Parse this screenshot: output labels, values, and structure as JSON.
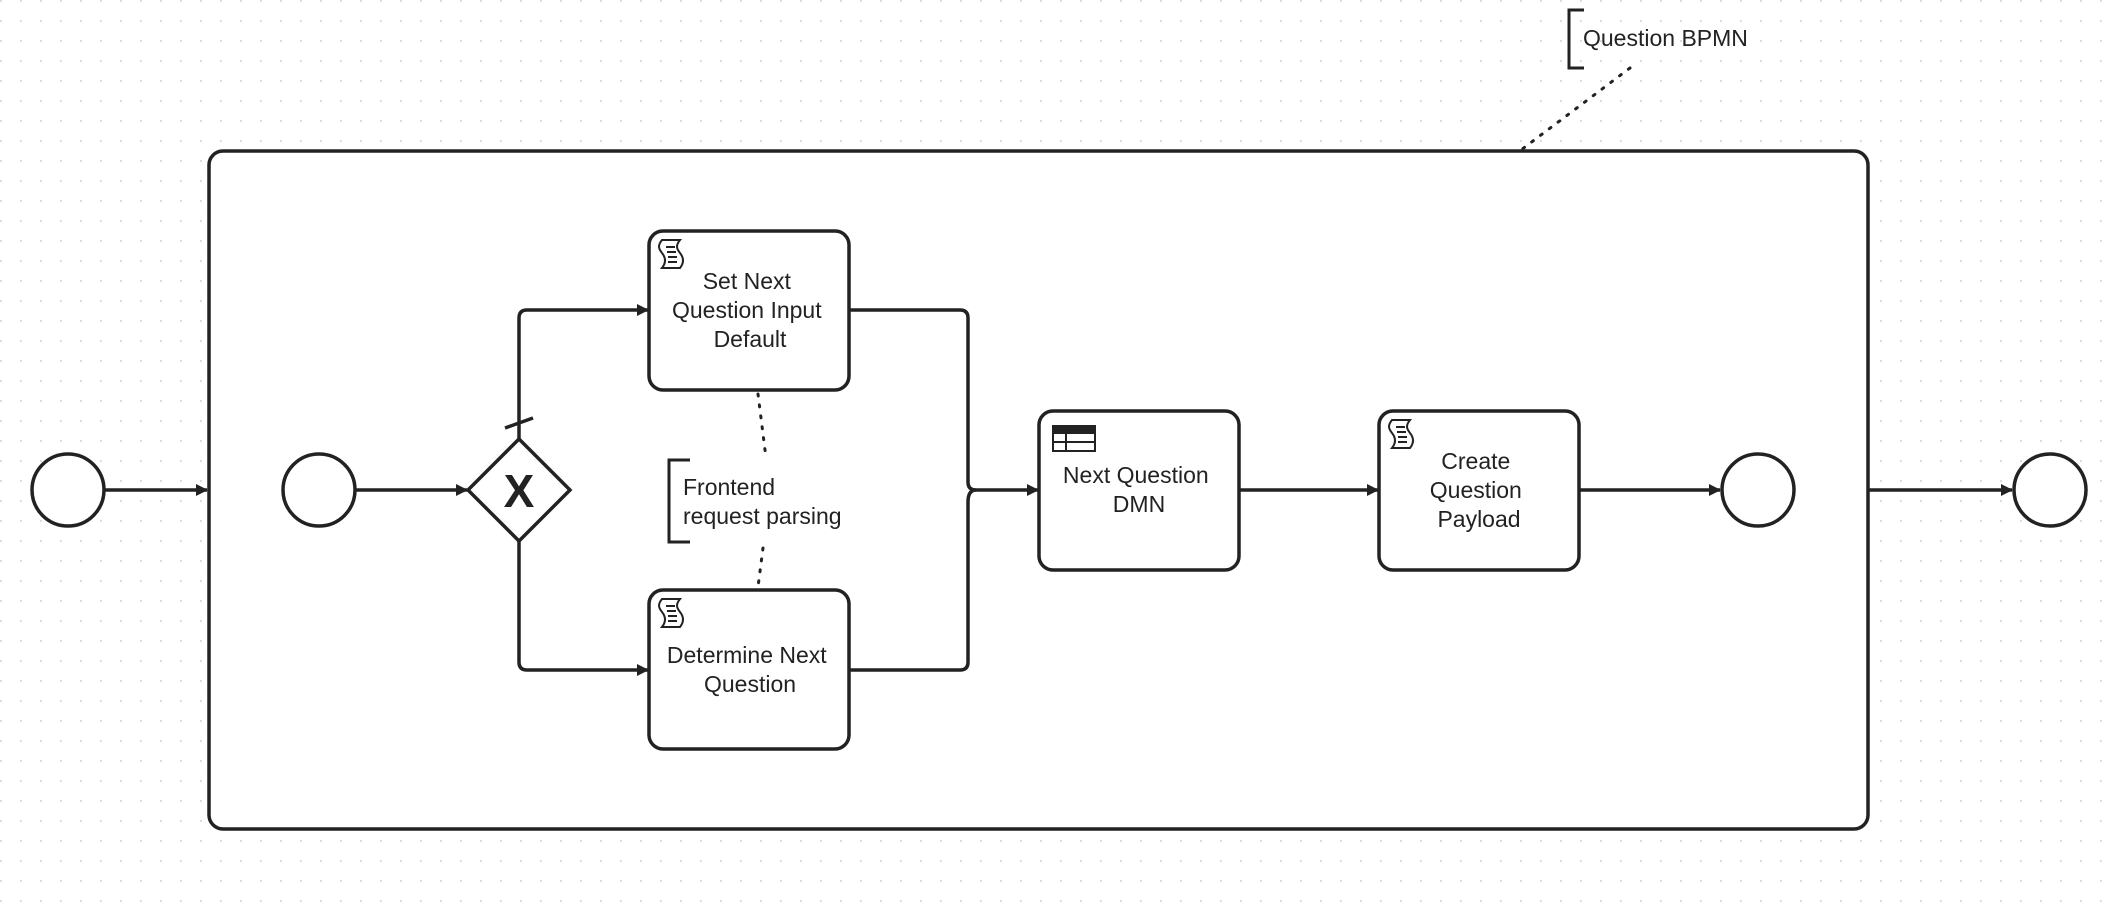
{
  "diagram": {
    "colors": {
      "stroke": "#222222",
      "fill": "#ffffff",
      "grid_dot": "#d9d9d9"
    },
    "annotations": {
      "question_bpmn": "Question BPMN",
      "frontend_line1": "Frontend",
      "frontend_line2": "request parsing"
    },
    "tasks": {
      "set_next_default": {
        "icon": "script-icon",
        "lines": [
          "Set Next",
          "Question Input",
          "Default"
        ]
      },
      "determine_next": {
        "icon": "script-icon",
        "lines": [
          "Determine Next",
          "Question"
        ]
      },
      "next_question_dmn": {
        "icon": "business-rule-table-icon",
        "lines": [
          "Next Question",
          "DMN"
        ]
      },
      "create_payload": {
        "icon": "script-icon",
        "lines": [
          "Create",
          "Question",
          "Payload"
        ]
      }
    },
    "gateway": {
      "icon": "exclusive-x-icon",
      "symbol": "X"
    }
  }
}
